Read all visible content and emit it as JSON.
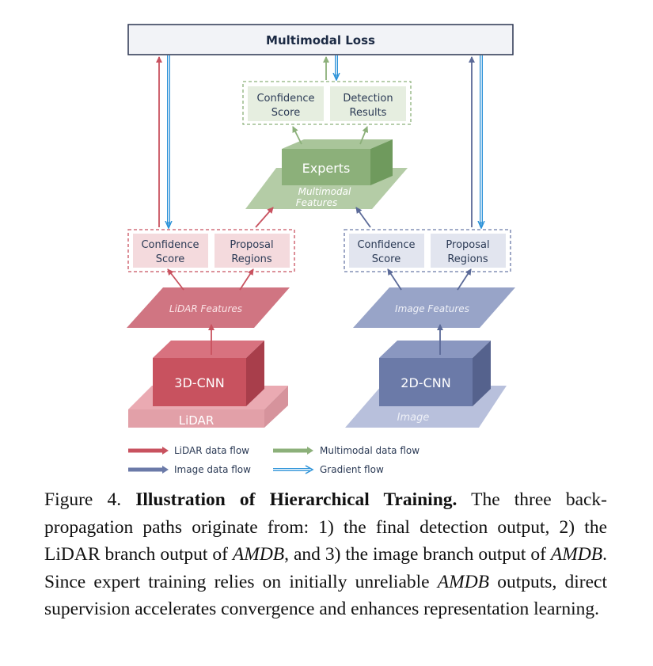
{
  "diagram": {
    "loss_label": "Multimodal Loss",
    "experts_label": "Experts",
    "multimodal_features_line1": "Multimodal",
    "multimodal_features_line2": "Features",
    "expert_outputs": {
      "confidence_line1": "Confidence",
      "confidence_line2": "Score",
      "detection_line1": "Detection",
      "detection_line2": "Results"
    },
    "lidar_branch": {
      "confidence_line1": "Confidence",
      "confidence_line2": "Score",
      "proposal_line1": "Proposal",
      "proposal_line2": "Regions",
      "features_label": "LiDAR Features",
      "cnn_label": "3D-CNN",
      "input_label": "LiDAR"
    },
    "image_branch": {
      "confidence_line1": "Confidence",
      "confidence_line2": "Score",
      "proposal_line1": "Proposal",
      "proposal_line2": "Regions",
      "features_label": "Image Features",
      "cnn_label": "2D-CNN",
      "input_label": "Image"
    },
    "legend": {
      "lidar_flow": "LiDAR data flow",
      "image_flow": "Image data flow",
      "multimodal_flow": "Multimodal data flow",
      "gradient_flow": "Gradient flow"
    },
    "colors": {
      "lidar": "#c8525f",
      "image": "#6b7aa8",
      "multimodal": "#8cb07a",
      "gradient": "#2c92d8"
    }
  },
  "caption": {
    "figure_label": "Figure 4.",
    "title": "Illustration of Hierarchical Training.",
    "text_1": "The three back-propagation paths originate from: 1) the final detection output, 2) the LiDAR branch output of",
    "amdb_1": "AMDB",
    "text_2": ", and 3) the image branch output of",
    "amdb_2": "AMDB",
    "text_3": ". Since expert training relies on initially unreliable",
    "amdb_3": "AMDB",
    "text_4": "outputs, direct supervision accelerates convergence and enhances representation learning."
  }
}
